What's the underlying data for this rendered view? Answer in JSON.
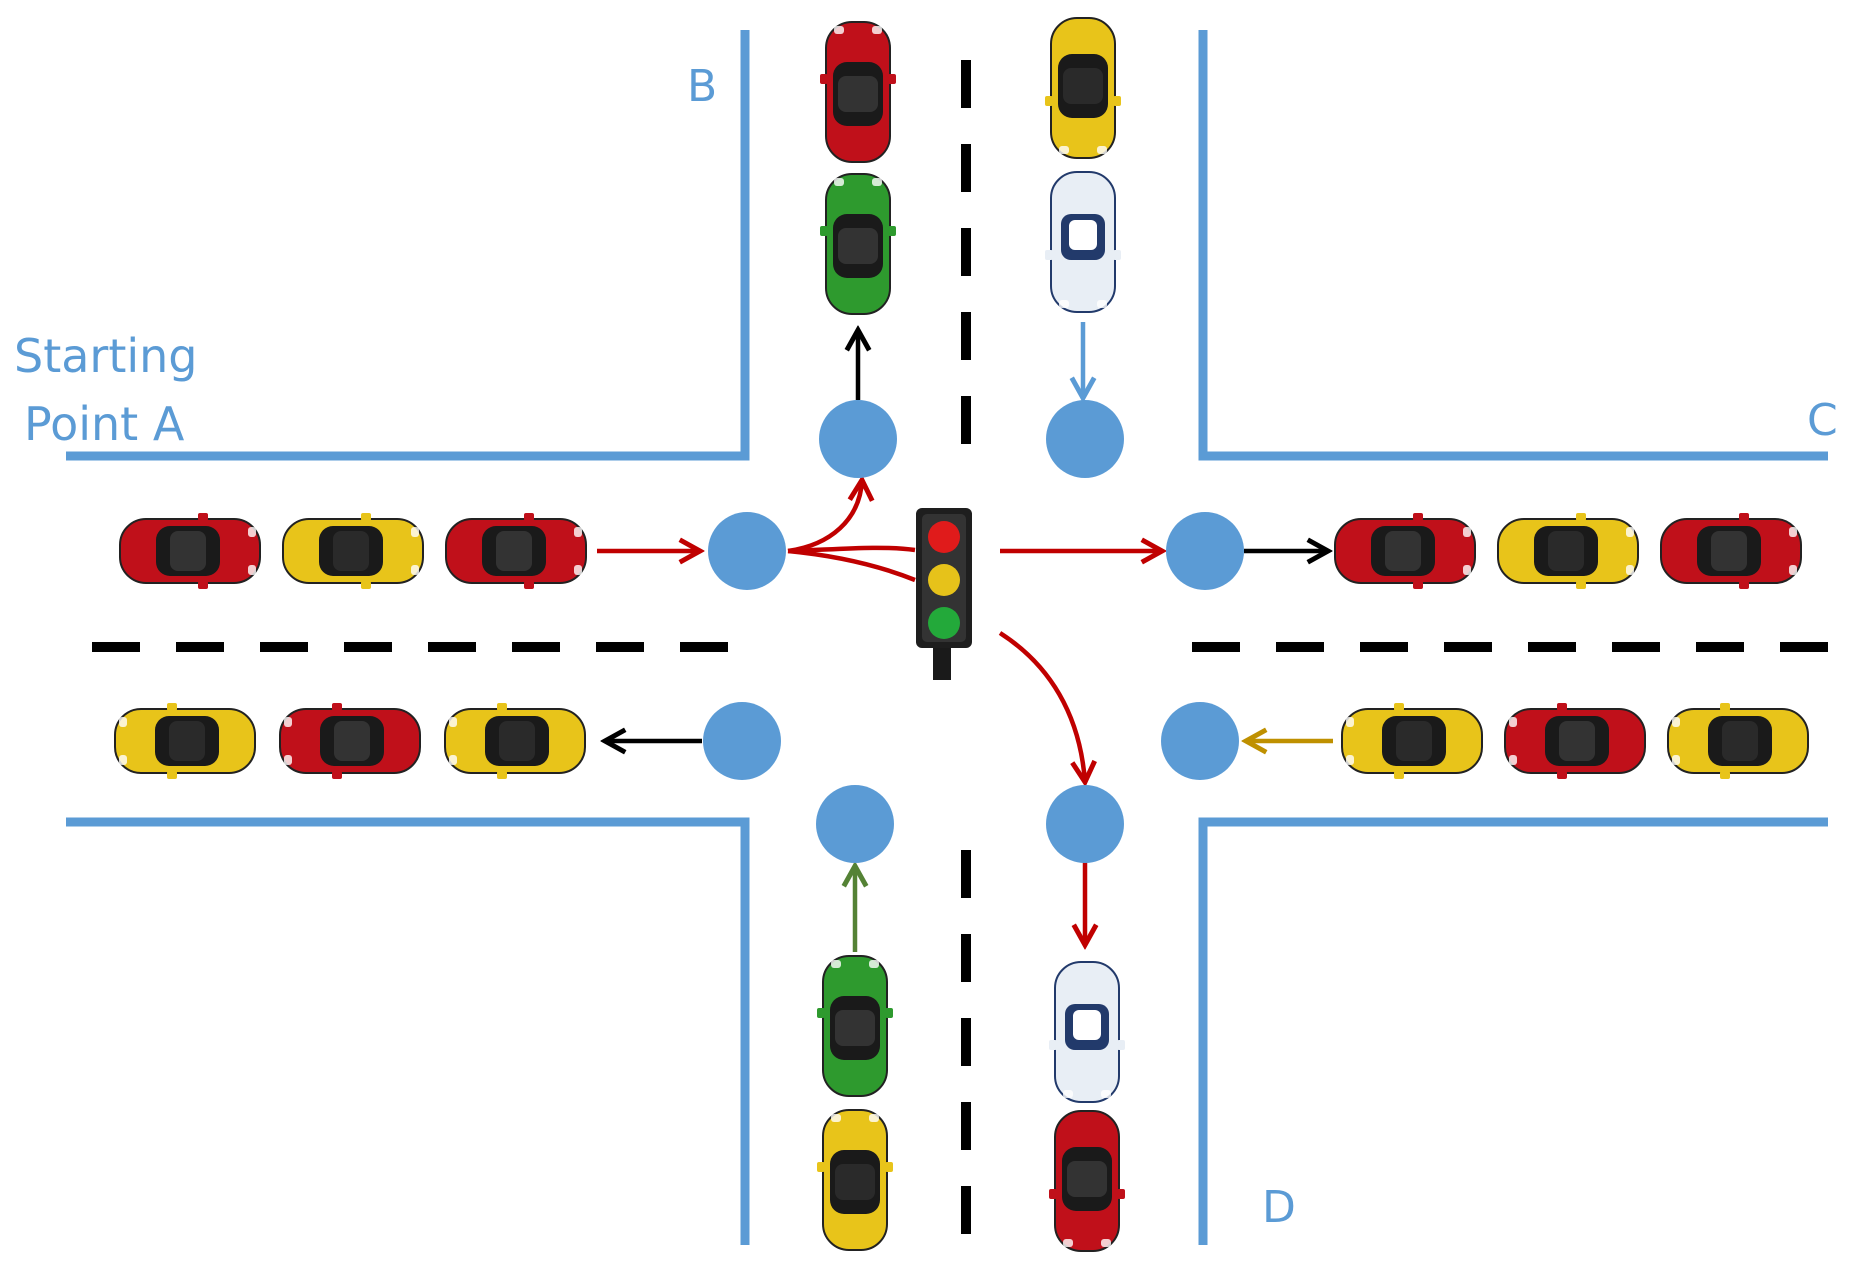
{
  "labels": {
    "start_line1": "Starting",
    "start_line2": "Point A",
    "b": "B",
    "c": "C",
    "d": "D"
  },
  "colors": {
    "road_edge": "#5b9bd5",
    "node": "#5b9bd5",
    "lane_divider": "#000000",
    "arrow_red": "#c00000",
    "arrow_black": "#000000",
    "arrow_blue": "#5b9bd5",
    "arrow_gold": "#bf9000",
    "arrow_green": "#548235",
    "car_red": "#c0101a",
    "car_yellow": "#e8c41a",
    "car_green": "#2e9a2e",
    "car_white": "#e8eef5",
    "car_white_trim": "#223a6b"
  },
  "traffic_light": {
    "icon": "traffic-light-icon",
    "lamps": [
      "red",
      "yellow",
      "green"
    ]
  },
  "cars": {
    "west_inbound": [
      "red",
      "yellow",
      "red"
    ],
    "west_outbound": [
      "yellow",
      "red",
      "yellow"
    ],
    "east_outbound": [
      "red",
      "yellow",
      "red"
    ],
    "east_inbound": [
      "yellow",
      "red",
      "yellow"
    ],
    "north_outbound": [
      "red",
      "green"
    ],
    "north_inbound": [
      "yellow",
      "white"
    ],
    "south_inbound": [
      "green",
      "yellow"
    ],
    "south_outbound": [
      "white",
      "red"
    ]
  }
}
